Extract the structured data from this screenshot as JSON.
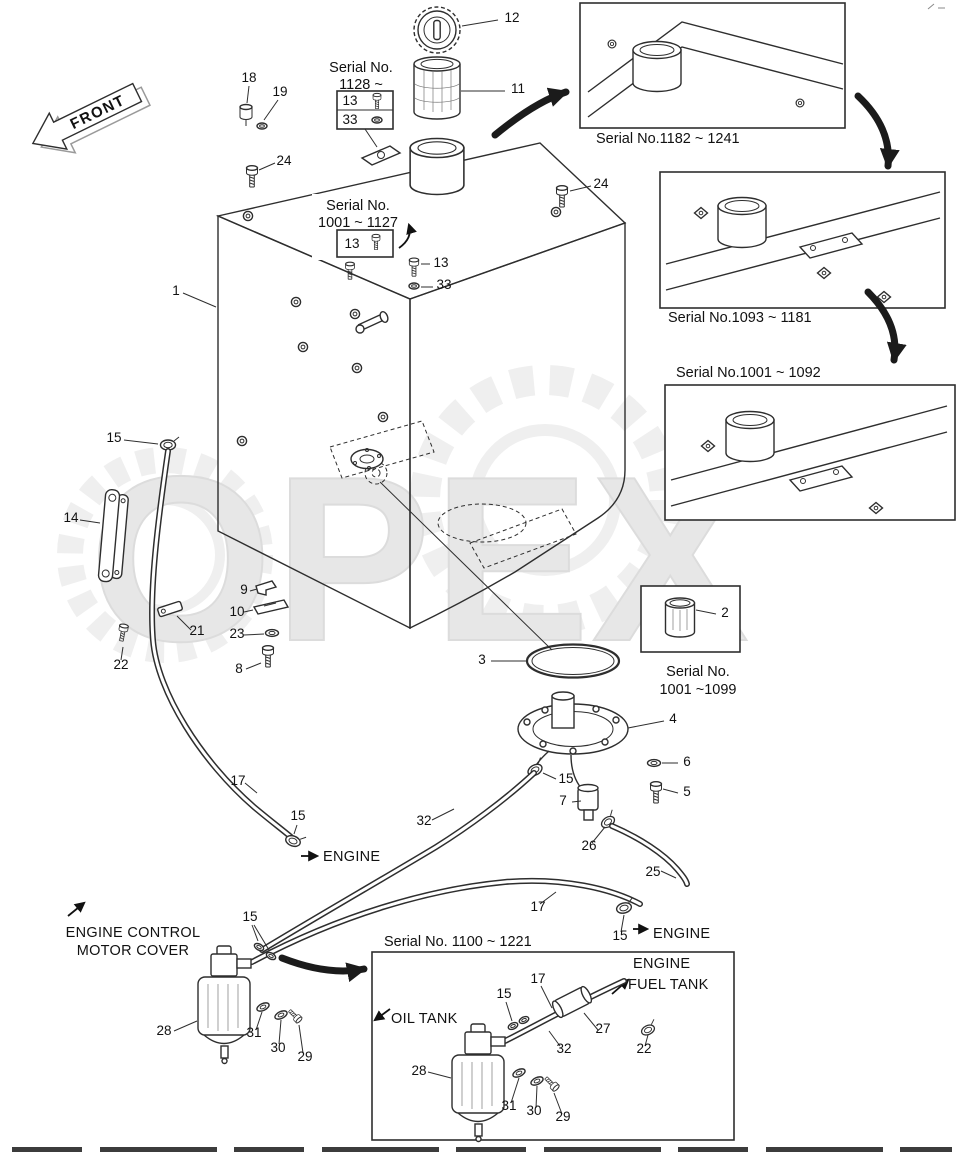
{
  "watermark": "OPEX",
  "labels": {
    "front": "FRONT",
    "engine": "ENGINE",
    "fuel_tank": "FUEL TANK",
    "oil_tank": "OIL TANK",
    "motor1": "ENGINE CONTROL",
    "motor2": "MOTOR COVER"
  },
  "serials": {
    "s1128_l1": "Serial No.",
    "s1128_l2": "1128 ~",
    "s1127_l1": "Serial No.",
    "s1127_l2": "1001 ~ 1127",
    "s1182": "Serial No.1182 ~ 1241",
    "s1093": "Serial No.1093 ~ 1181",
    "s1092": "Serial No.1001 ~ 1092",
    "s1099_l1": "Serial No.",
    "s1099_l2": "1001 ~1099",
    "s1221": "Serial No. 1100 ~ 1221"
  },
  "parts": {
    "1": "1",
    "2": "2",
    "3": "3",
    "4": "4",
    "5": "5",
    "6": "6",
    "7": "7",
    "8": "8",
    "9": "9",
    "10": "10",
    "11": "11",
    "12": "12",
    "13": "13",
    "14": "14",
    "15": "15",
    "17": "17",
    "18": "18",
    "19": "19",
    "21": "21",
    "22": "22",
    "23": "23",
    "24": "24",
    "25": "25",
    "26": "26",
    "27": "27",
    "28": "28",
    "29": "29",
    "30": "30",
    "31": "31",
    "32": "32",
    "33": "33"
  }
}
